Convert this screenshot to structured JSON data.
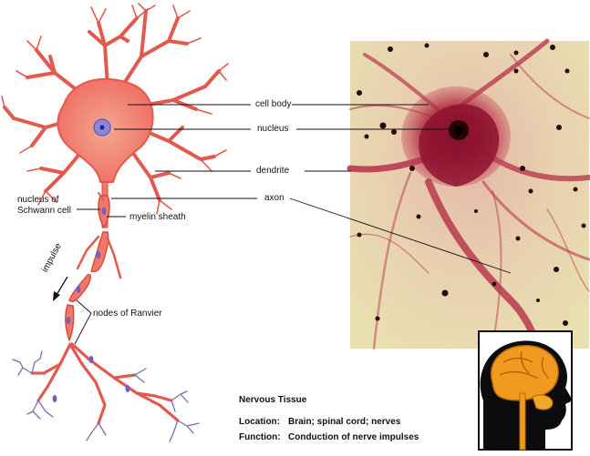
{
  "labels": {
    "cell_body": "cell body",
    "nucleus": "nucleus",
    "dendrite": "dendrite",
    "axon": "axon",
    "schwann_line1": "nucleus of",
    "schwann_line2": "Schwann cell",
    "myelin_sheath": "myelin sheath",
    "impulse": "impulse",
    "nodes_of_ranvier": "nodes of Ranvier"
  },
  "info": {
    "title": "Nervous Tissue",
    "location_label": "Location:",
    "location_value": "Brain; spinal cord; nerves",
    "function_label": "Function:",
    "function_value": "Conduction of nerve impulses"
  },
  "colors": {
    "neuron_fill": "#f07a6a",
    "neuron_stroke": "#d9463c",
    "nucleus": "#7a7ad6",
    "micro_bg": "#e8dcb0",
    "micro_stain": "#b0243c",
    "brain": "#f0a020"
  }
}
